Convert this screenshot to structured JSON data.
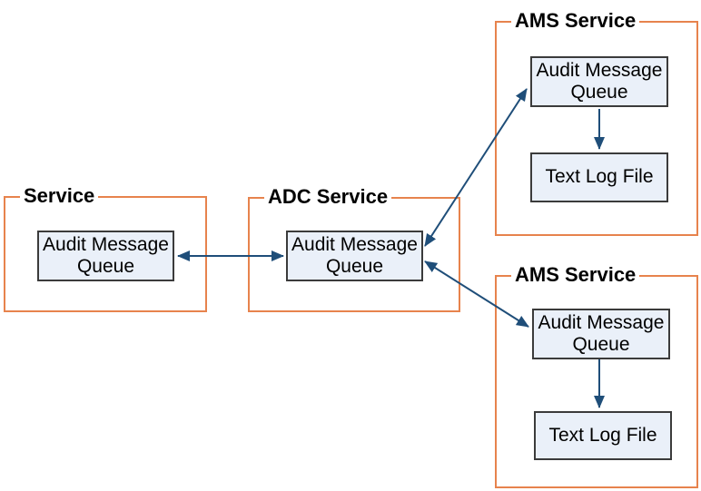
{
  "diagram": {
    "description": "Audit message flow between services",
    "colors": {
      "container_border": "#E7834D",
      "node_fill": "#EAF0F9",
      "node_border": "#3B3B3B",
      "arrow": "#1F4E79",
      "title_text": "#000000"
    },
    "containers": [
      {
        "title": "Service",
        "nodes": [
          {
            "label": "Audit Message Queue"
          }
        ]
      },
      {
        "title": "ADC Service",
        "nodes": [
          {
            "label": "Audit Message Queue"
          }
        ]
      },
      {
        "title": "AMS Service",
        "nodes": [
          {
            "label": "Audit Message Queue"
          },
          {
            "label": "Text Log File"
          }
        ]
      },
      {
        "title": "AMS Service",
        "nodes": [
          {
            "label": "Audit Message Queue"
          },
          {
            "label": "Text Log File"
          }
        ]
      }
    ],
    "edges": [
      {
        "from": "service.audit-message-queue",
        "to": "adc-service.audit-message-queue",
        "direction": "both"
      },
      {
        "from": "adc-service.audit-message-queue",
        "to": "ams-service-top.audit-message-queue",
        "direction": "both"
      },
      {
        "from": "adc-service.audit-message-queue",
        "to": "ams-service-bottom.audit-message-queue",
        "direction": "both"
      },
      {
        "from": "ams-service-top.audit-message-queue",
        "to": "ams-service-top.text-log-file",
        "direction": "forward"
      },
      {
        "from": "ams-service-bottom.audit-message-queue",
        "to": "ams-service-bottom.text-log-file",
        "direction": "forward"
      }
    ]
  }
}
